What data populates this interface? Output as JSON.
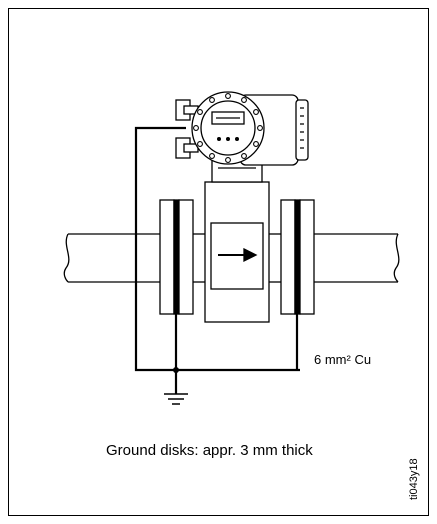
{
  "diagram": {
    "cable_label": "6 mm² Cu",
    "caption": "Ground disks: appr. 3 mm thick",
    "figure_code": "ti043y18",
    "flow_direction": "right"
  }
}
